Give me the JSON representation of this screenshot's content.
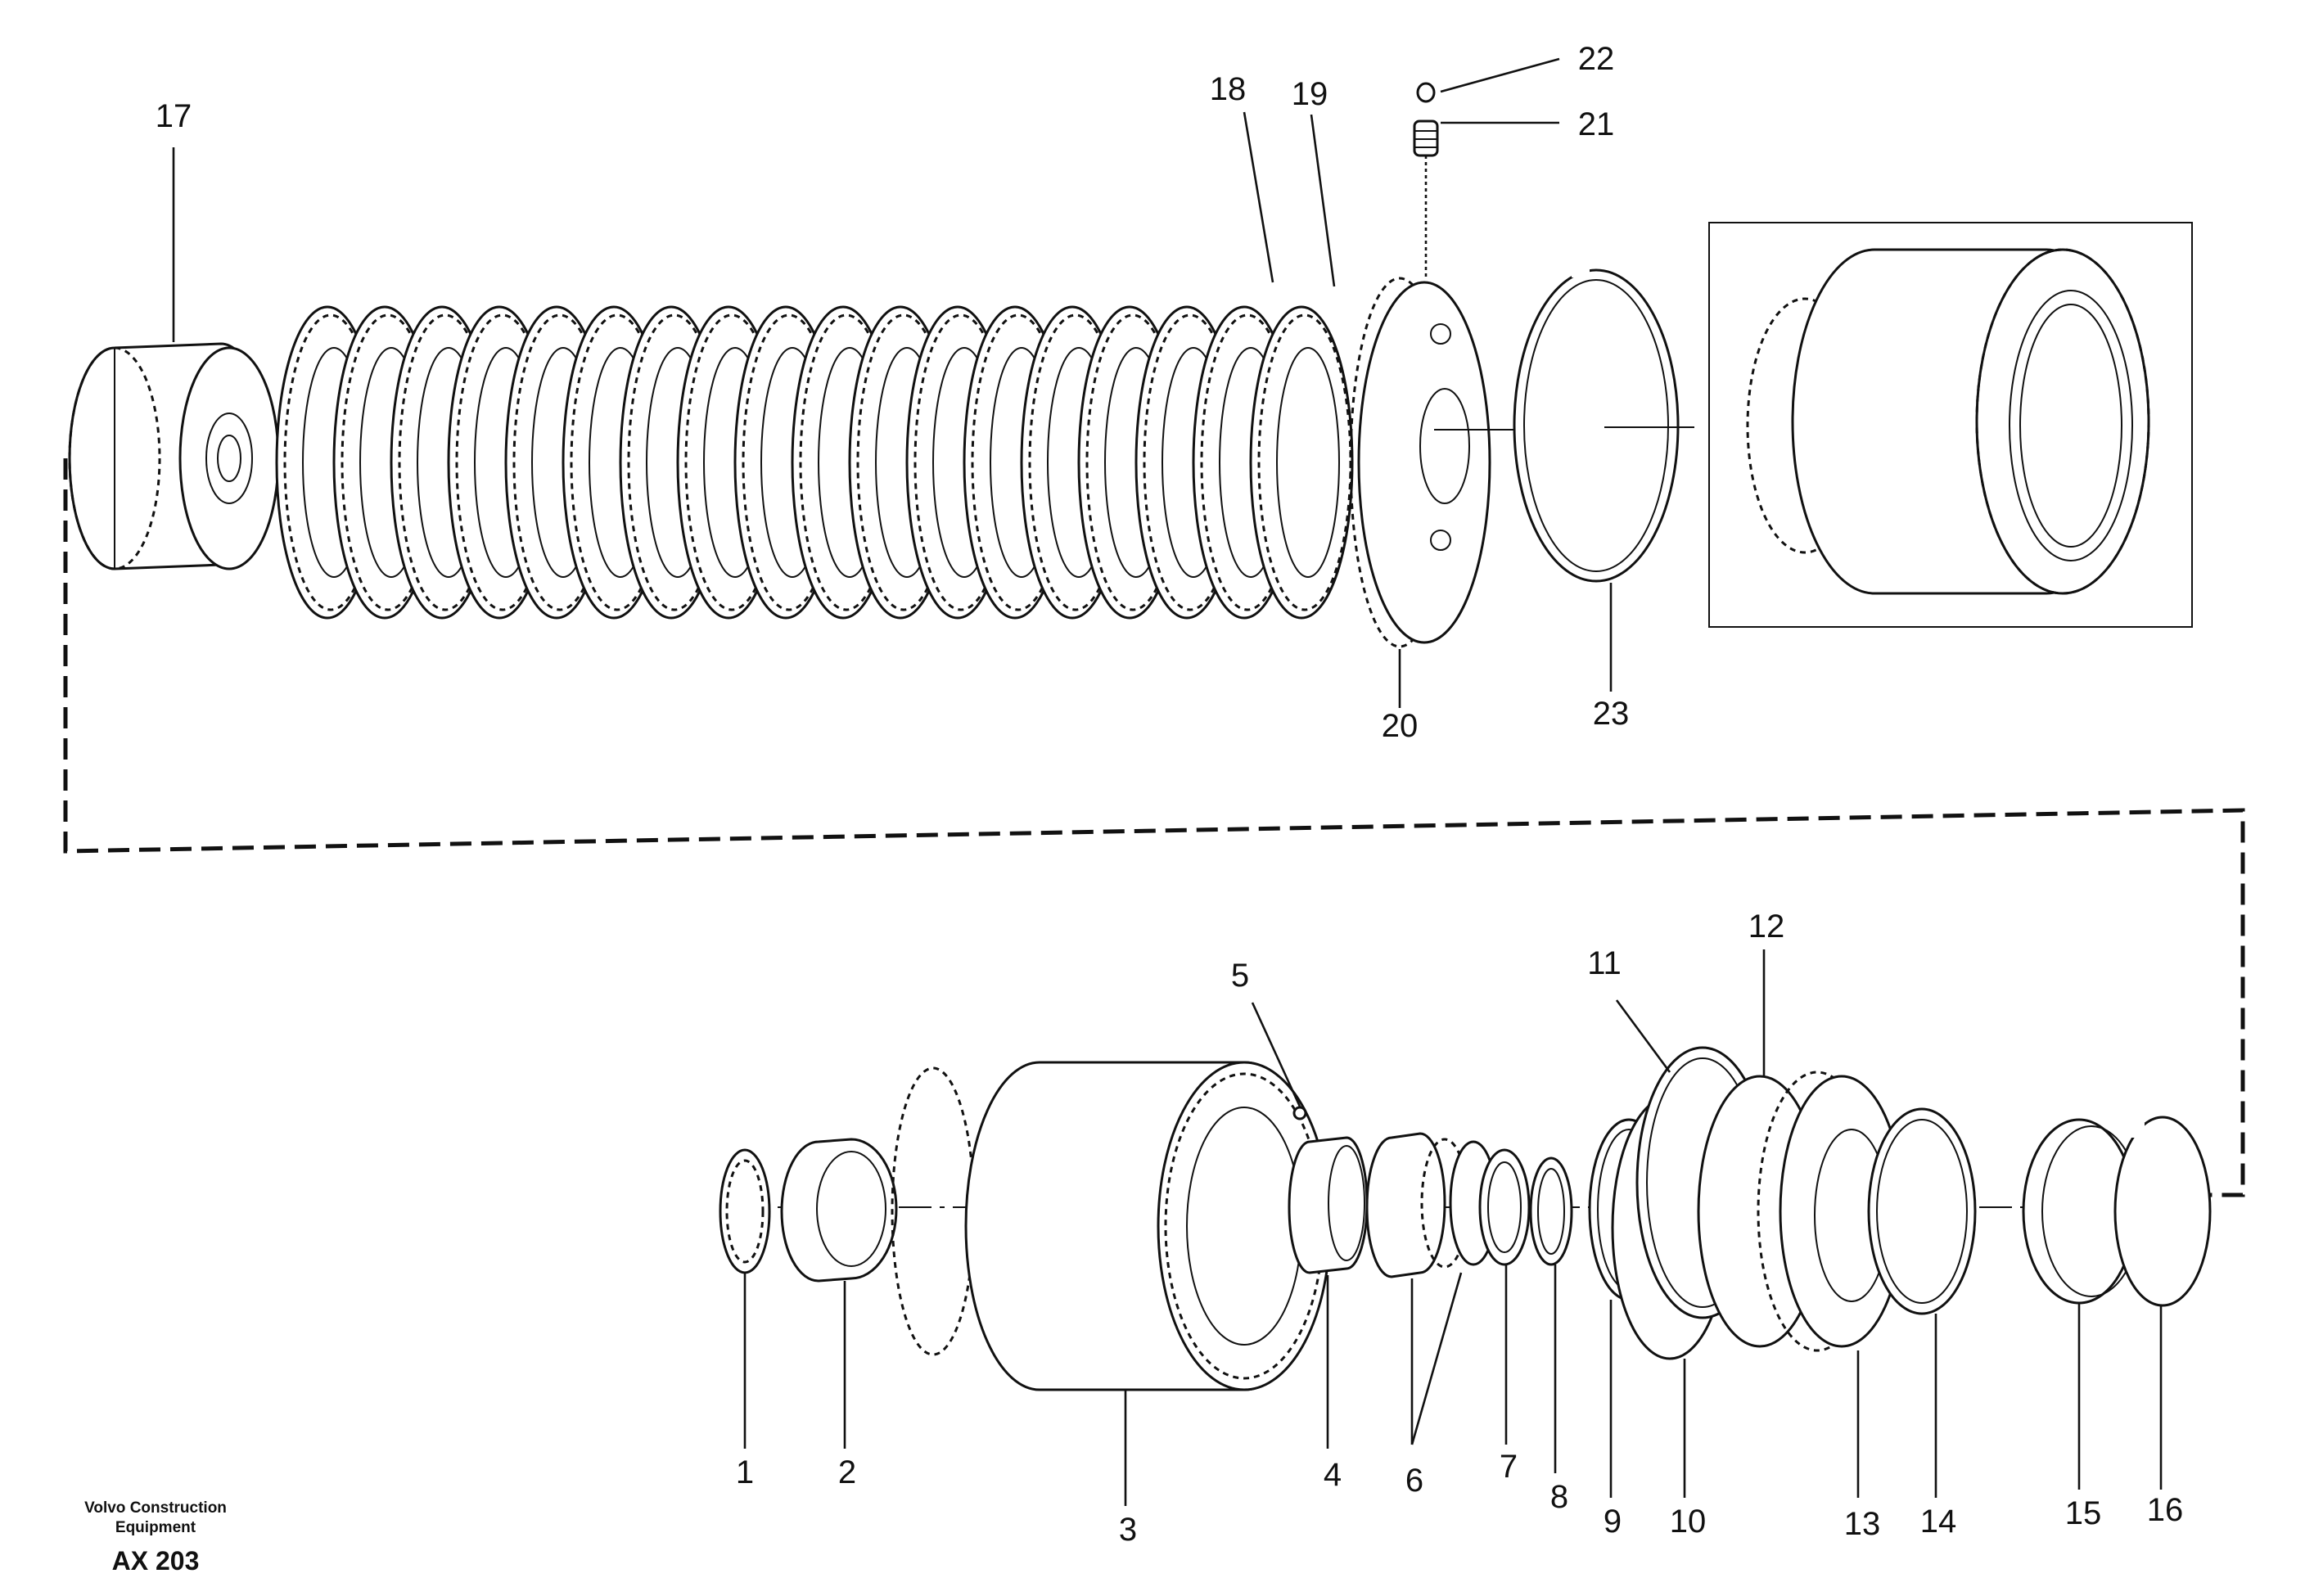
{
  "diagram": {
    "callouts": [
      {
        "id": "1",
        "text": "1"
      },
      {
        "id": "2",
        "text": "2"
      },
      {
        "id": "3",
        "text": "3"
      },
      {
        "id": "4",
        "text": "4"
      },
      {
        "id": "5",
        "text": "5"
      },
      {
        "id": "6",
        "text": "6"
      },
      {
        "id": "7",
        "text": "7"
      },
      {
        "id": "8",
        "text": "8"
      },
      {
        "id": "9",
        "text": "9"
      },
      {
        "id": "10",
        "text": "10"
      },
      {
        "id": "11",
        "text": "11"
      },
      {
        "id": "12",
        "text": "12"
      },
      {
        "id": "13",
        "text": "13"
      },
      {
        "id": "14",
        "text": "14"
      },
      {
        "id": "15",
        "text": "15"
      },
      {
        "id": "16",
        "text": "16"
      },
      {
        "id": "17",
        "text": "17"
      },
      {
        "id": "18",
        "text": "18"
      },
      {
        "id": "19",
        "text": "19"
      },
      {
        "id": "20",
        "text": "20"
      },
      {
        "id": "21",
        "text": "21"
      },
      {
        "id": "22",
        "text": "22"
      },
      {
        "id": "23",
        "text": "23"
      }
    ],
    "clutch_disc_count": 18
  },
  "footer": {
    "company_line1": "Volvo Construction",
    "company_line2": "Equipment",
    "drawing_code": "AX 203"
  }
}
